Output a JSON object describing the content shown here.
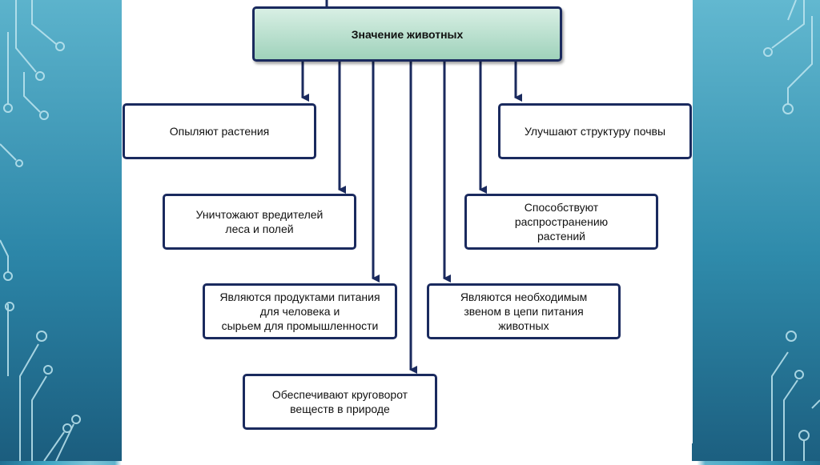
{
  "diagram": {
    "title": "Значение животных",
    "items": {
      "pollinate": "Опыляют растения",
      "improve_soil": "Улучшают структуру почвы",
      "destroy_pests": "Уничтожают вредителей\nлеса и полей",
      "spread_plants": "Способствуют\nраспространению\nрастений",
      "food_products": "Являются продуктами питания\nдля человека и\nсырьем для промышленности",
      "food_chain": "Являются необходимым\nзвеном в цепи питания\nживотных",
      "cycle": "Обеспечивают круговорот\nвеществ в природе"
    }
  },
  "colors": {
    "border": "#1a2a5e",
    "header_fill": "#a8d8c2",
    "background": "#2c86a8"
  }
}
